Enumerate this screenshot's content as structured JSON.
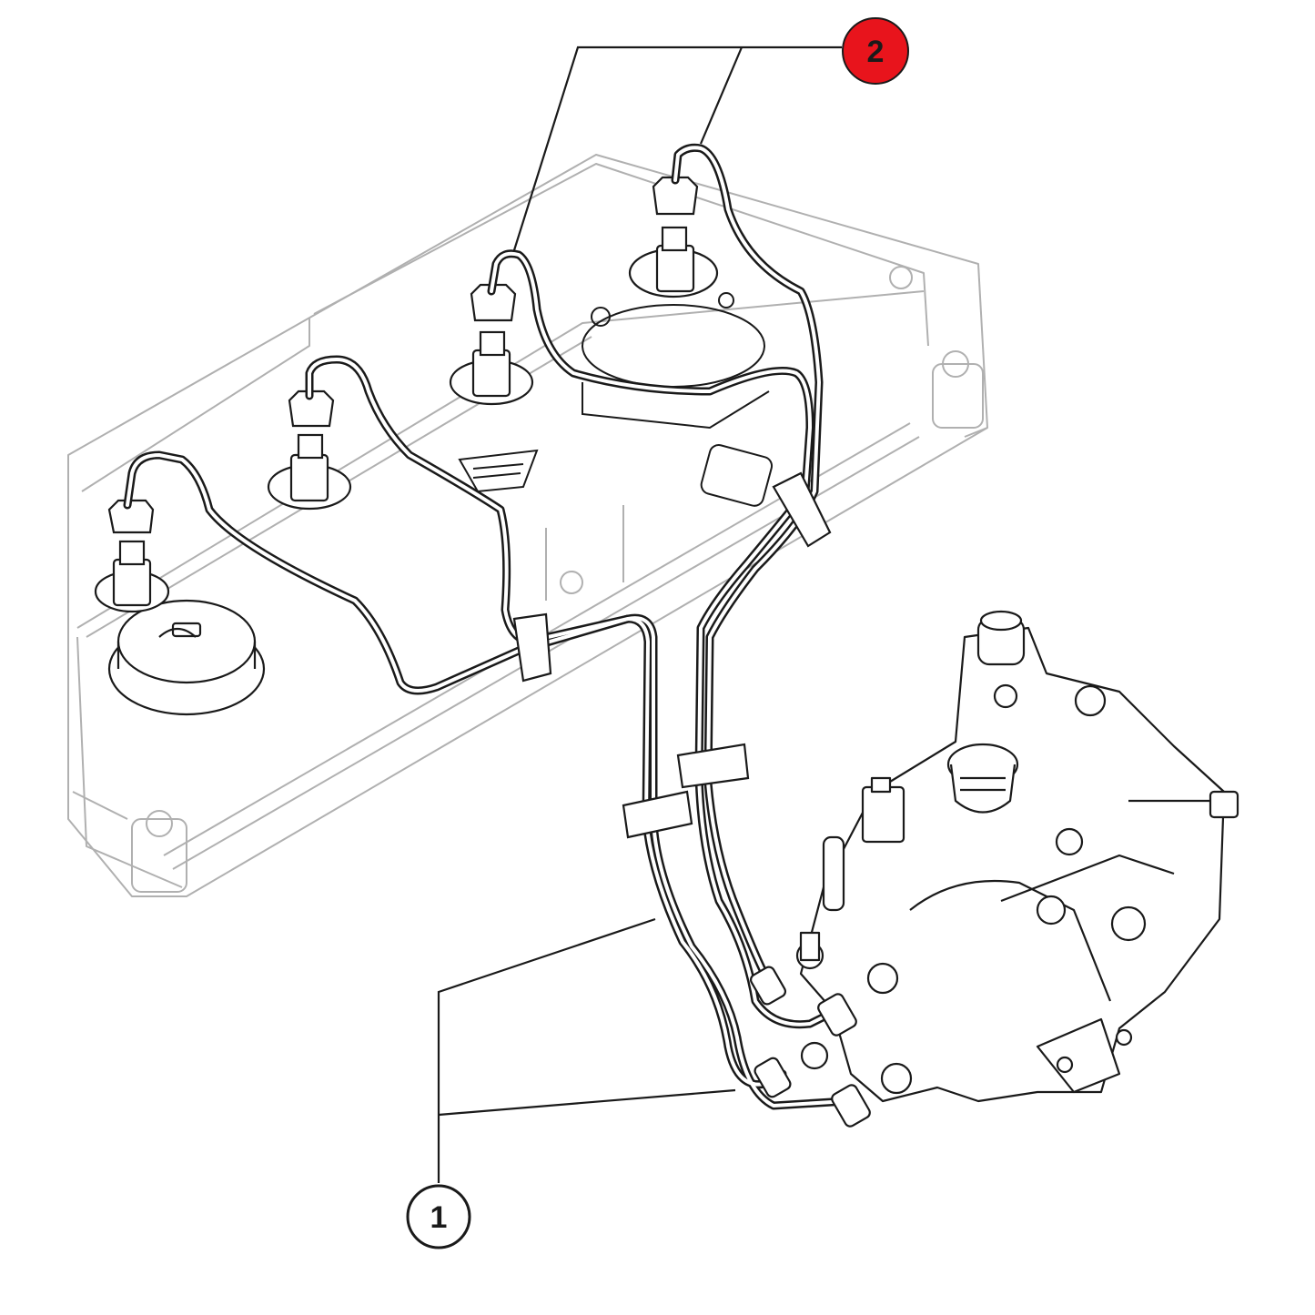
{
  "callouts": [
    {
      "id": "callout-1",
      "label": "1",
      "style": "outline"
    },
    {
      "id": "callout-2",
      "label": "2",
      "style": "filled"
    }
  ],
  "colors": {
    "callout_2_fill": "#e8141c",
    "callout_1_fill": "#ffffff",
    "line": "#1a1a1a",
    "faint_line": "#b0b0b0",
    "background": "#ffffff"
  },
  "parts": [
    "valve-cover",
    "oil-filler-cap",
    "injector-1",
    "injector-2",
    "injector-3",
    "injector-4",
    "fuel-line-1",
    "fuel-line-2",
    "fuel-line-3",
    "fuel-line-4",
    "line-clamp",
    "fuel-injection-pump"
  ]
}
